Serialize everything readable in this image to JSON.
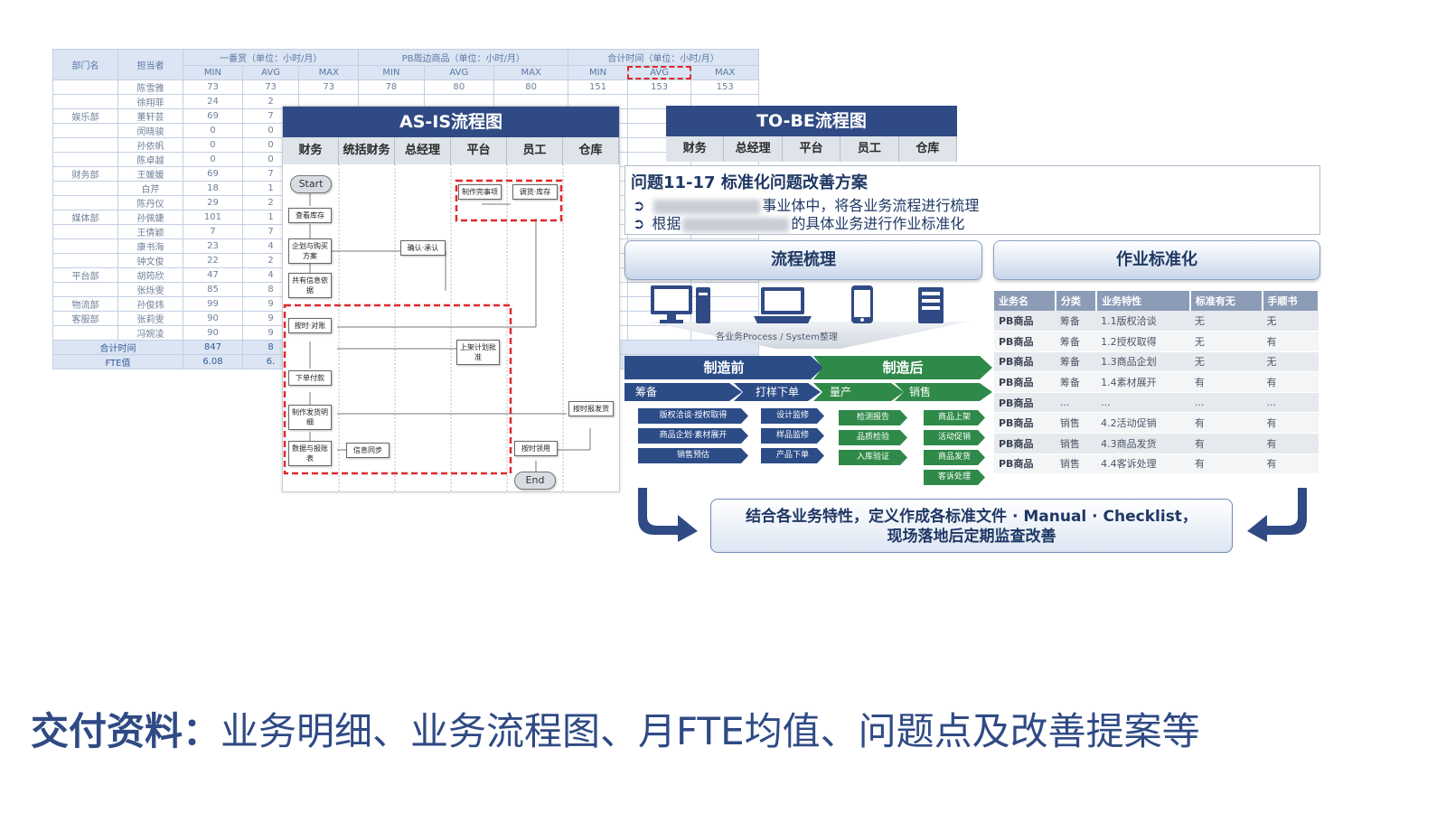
{
  "fte_table": {
    "head_dept": "部门名",
    "head_owner": "担当者",
    "groups": [
      "一番赏（单位：小时/月）",
      "PB周边商品（单位：小时/月）",
      "合计时间（单位：小时/月）"
    ],
    "sub": [
      "MIN",
      "AVG",
      "MAX"
    ],
    "first_row_values": [
      "73",
      "73",
      "73",
      "78",
      "80",
      "80",
      "151",
      "153",
      "153"
    ],
    "rows": [
      {
        "dept": "",
        "name": "陈雪雅",
        "v": "73",
        "v2": "73"
      },
      {
        "dept": "",
        "name": "徐翔菲",
        "v": "24",
        "v2": "2"
      },
      {
        "dept": "娱乐部",
        "name": "董轩芸",
        "v": "69",
        "v2": "7"
      },
      {
        "dept": "",
        "name": "闵晓骏",
        "v": "0",
        "v2": "0"
      },
      {
        "dept": "",
        "name": "孙依帆",
        "v": "0",
        "v2": "0"
      },
      {
        "dept": "",
        "name": "陈卓越",
        "v": "0",
        "v2": "0"
      },
      {
        "dept": "财务部",
        "name": "王媛媛",
        "v": "69",
        "v2": "7"
      },
      {
        "dept": "",
        "name": "白芹",
        "v": "18",
        "v2": "1"
      },
      {
        "dept": "",
        "name": "陈丹仪",
        "v": "29",
        "v2": "2"
      },
      {
        "dept": "媒体部",
        "name": "孙佩婕",
        "v": "101",
        "v2": "1"
      },
      {
        "dept": "",
        "name": "王倩颖",
        "v": "7",
        "v2": "7"
      },
      {
        "dept": "",
        "name": "康书海",
        "v": "23",
        "v2": "4"
      },
      {
        "dept": "",
        "name": "钟文俊",
        "v": "22",
        "v2": "2"
      },
      {
        "dept": "平台部",
        "name": "胡筠欣",
        "v": "47",
        "v2": "4"
      },
      {
        "dept": "",
        "name": "张烁雯",
        "v": "85",
        "v2": "8"
      },
      {
        "dept": "物流部",
        "name": "孙俊炜",
        "v": "99",
        "v2": "9"
      },
      {
        "dept": "客服部",
        "name": "张莉雯",
        "v": "90",
        "v2": "9"
      },
      {
        "dept": "",
        "name": "冯婉凌",
        "v": "90",
        "v2": "9"
      }
    ],
    "total_label": "合计时间",
    "total_value": "847",
    "total_value2": "8",
    "fte_label": "FTE值",
    "fte_value": "6.08",
    "fte_value2": "6."
  },
  "asis": {
    "title": "AS-IS流程图",
    "lanes": [
      "财务",
      "统括财务",
      "总经理",
      "平台",
      "员工",
      "仓库"
    ],
    "start": "Start",
    "end": "End",
    "nodes": [
      "查看库存",
      "企划与购买方案",
      "共有信息依据",
      "确认·承认",
      "制作完事项",
      "调货·库存",
      "按时·对账",
      "上架计划批准",
      "下单付款",
      "制作发货明细",
      "数据与报账表",
      "信息同步",
      "按时领用",
      "按时报发货"
    ]
  },
  "tobe": {
    "title": "TO-BE流程图",
    "lanes": [
      "财务",
      "总经理",
      "平台",
      "员工",
      "仓库"
    ]
  },
  "problem": {
    "title": "问题11-17  标准化问题改善方案",
    "line1_a": "",
    "line1_b": "事业体中，将各业务流程进行梳理",
    "line2_a": "根据",
    "line2_b": "的具体业务进行作业标准化"
  },
  "sections": {
    "left": "流程梳理",
    "right": "作业标准化"
  },
  "devices_caption": "各业务Process / System整理",
  "flow": {
    "before": "制造前",
    "after": "制造后",
    "stages": [
      "筹备",
      "打样下单",
      "量产",
      "销售"
    ],
    "prep_items": [
      "版权洽谈·授权取得",
      "商品企划·素材展开",
      "销售预估"
    ],
    "sample_items": [
      "设计监修",
      "样品监修",
      "产品下单"
    ],
    "mass_items": [
      "检测报告",
      "品质检验",
      "入库验证"
    ],
    "sales_items": [
      "商品上架",
      "活动促销",
      "商品发货",
      "客诉处理"
    ]
  },
  "std_table": {
    "headers": [
      "业务名",
      "分类",
      "业务特性",
      "标准有无",
      "手顺书"
    ],
    "rows": [
      [
        "PB商品",
        "筹备",
        "1.1版权洽谈",
        "无",
        "无"
      ],
      [
        "PB商品",
        "筹备",
        "1.2授权取得",
        "无",
        "有"
      ],
      [
        "PB商品",
        "筹备",
        "1.3商品企划",
        "无",
        "无"
      ],
      [
        "PB商品",
        "筹备",
        "1.4素材展开",
        "有",
        "有"
      ],
      [
        "PB商品",
        "...",
        "...",
        "...",
        "..."
      ],
      [
        "PB商品",
        "销售",
        "4.2活动促销",
        "有",
        "有"
      ],
      [
        "PB商品",
        "销售",
        "4.3商品发货",
        "有",
        "有"
      ],
      [
        "PB商品",
        "销售",
        "4.4客诉处理",
        "有",
        "有"
      ]
    ]
  },
  "summary": {
    "line1": "结合各业务特性，定义作成各标准文件 · Manual · Checklist，",
    "line2": "现场落地后定期监查改善"
  },
  "footer": {
    "label": "交付资料：",
    "text": "业务明细、业务流程图、月FTE均值、问题点及改善提案等"
  },
  "colors": {
    "navy": "#2f4a84",
    "flow_blue": "#2c4c88",
    "flow_green": "#2f8a49",
    "highlight_red": "#e0292b"
  }
}
